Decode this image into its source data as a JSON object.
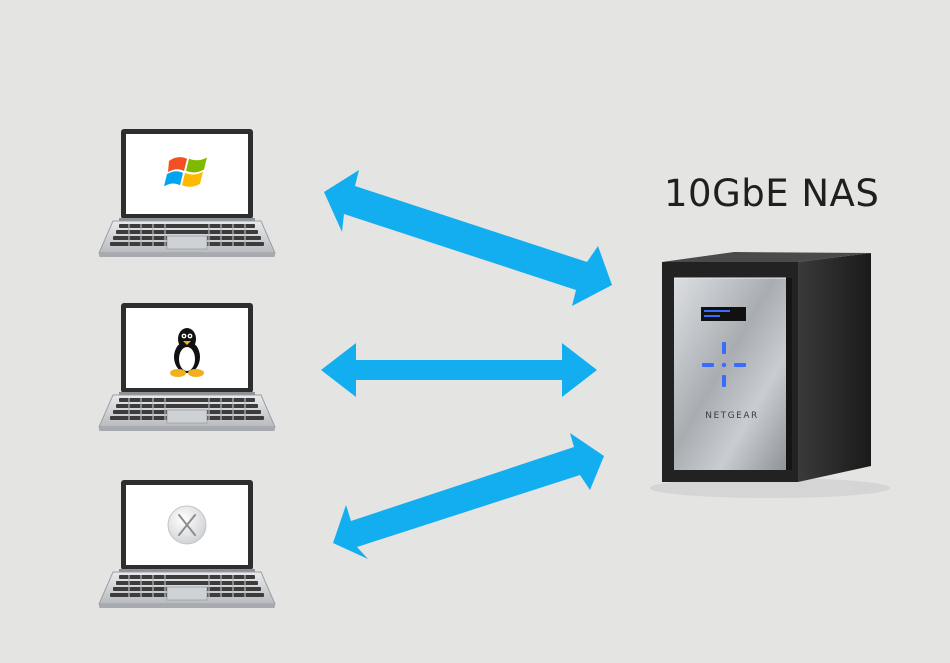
{
  "title": "10GbE NAS",
  "brand": "NETGEAR",
  "clients": [
    {
      "os": "Windows",
      "icon": "windows-logo-icon"
    },
    {
      "os": "Linux",
      "icon": "linux-tux-icon"
    },
    {
      "os": "macOS",
      "icon": "mac-os-x-icon"
    }
  ],
  "colors": {
    "background": "#e4e4e3",
    "arrow": "#12aef0",
    "nas_body": "#2b2b2b",
    "nas_panel": "#b9bcc0",
    "nas_led": "#3a6bff"
  }
}
